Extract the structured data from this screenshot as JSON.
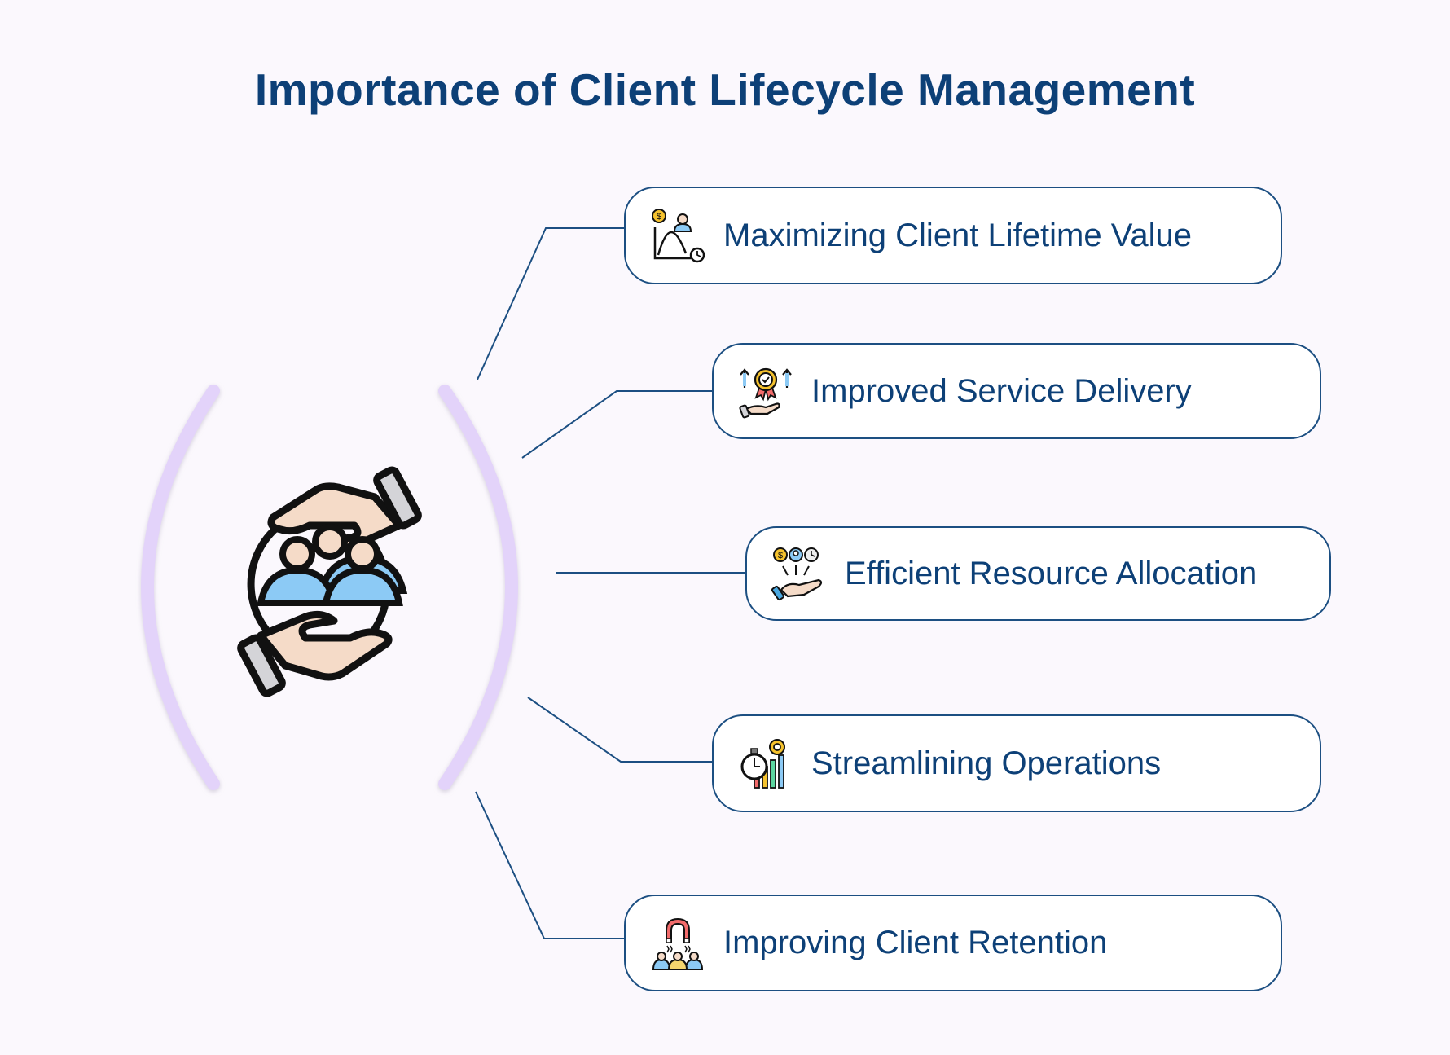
{
  "title": "Importance of Client Lifecycle Management",
  "center": {
    "icon": "client-care-cycle-icon",
    "arc_color": "#e3d3fa"
  },
  "items": [
    {
      "label": "Maximizing Client Lifetime Value",
      "icon": "lifetime-value-chart-icon"
    },
    {
      "label": "Improved Service Delivery",
      "icon": "service-award-hand-icon"
    },
    {
      "label": "Efficient Resource Allocation",
      "icon": "resource-allocation-hand-icon"
    },
    {
      "label": "Streamlining Operations",
      "icon": "stopwatch-chart-gear-icon"
    },
    {
      "label": "Improving Client Retention",
      "icon": "magnet-clients-icon"
    }
  ],
  "colors": {
    "background": "#fbf8fd",
    "title": "#0d4077",
    "border": "#1c4f82",
    "connector": "#1c4f82",
    "arc": "#e3d3fa",
    "skin": "#f5dbc8",
    "person": "#8ccaf5",
    "gold": "#f5c22e",
    "red": "#f26b6b"
  }
}
